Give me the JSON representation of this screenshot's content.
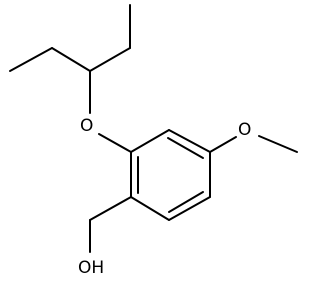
{
  "molecule": {
    "atoms": {
      "ether_oxygen": "O",
      "methoxy_oxygen": "O",
      "hydroxyl": "OH"
    }
  },
  "colors": {
    "bond": "#000000",
    "label": "#000000",
    "background": "#ffffff"
  }
}
